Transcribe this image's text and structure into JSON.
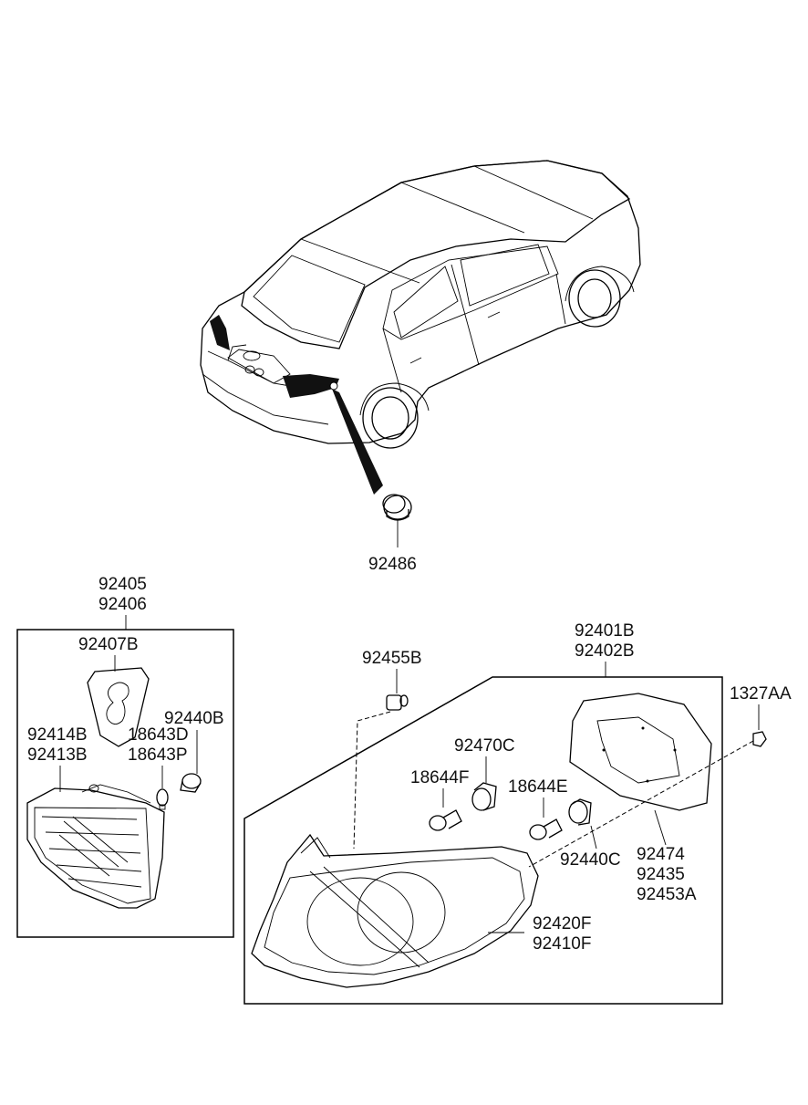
{
  "parts": {
    "grommet": "92486",
    "inner_assy_1": "92405",
    "inner_assy_2": "92406",
    "inner_gasket": "92407B",
    "inner_housing_1": "92414B",
    "inner_housing_2": "92413B",
    "inner_bulb_1": "18643D",
    "inner_bulb_2": "18643P",
    "inner_socket": "92440B",
    "outer_assy_1": "92401B",
    "outer_assy_2": "92402B",
    "bulb_holder": "92455B",
    "nut": "1327AA",
    "socket_a": "92470C",
    "bulb_f": "18644F",
    "bulb_e": "18644E",
    "socket_c": "92440C",
    "gasket_1": "92474",
    "gasket_2": "92435",
    "gasket_3": "92453A",
    "outer_housing_1": "92420F",
    "outer_housing_2": "92410F"
  },
  "colors": {
    "line": "#000000",
    "background": "#ffffff"
  }
}
